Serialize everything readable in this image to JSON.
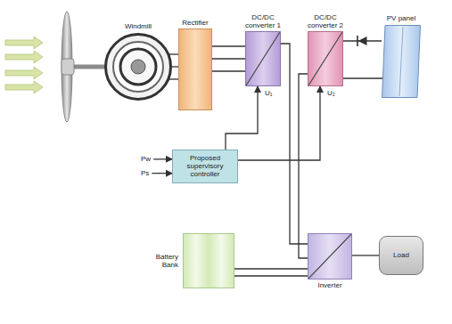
{
  "diagram": {
    "nodes": [
      {
        "text": [
          "Windmill"
        ]
      },
      {
        "text": [
          "Rectifier"
        ]
      },
      {
        "text": [
          "DC/DC converter 1"
        ]
      },
      {
        "text": [
          "DC/DC converter 2"
        ]
      },
      {
        "text": [
          "PV panel"
        ]
      },
      {
        "text": [
          "Proposed supervisory controller"
        ]
      },
      {
        "text": [
          "Battery Bank"
        ]
      },
      {
        "text": [
          "Inverter"
        ]
      },
      {
        "text": [
          "Load"
        ]
      }
    ],
    "edges": [
      {
        "from": 0,
        "to": 1,
        "arrow": "none"
      },
      {
        "from": 1,
        "to": 2,
        "arrow": "none"
      },
      {
        "from": 2,
        "to": 7,
        "arrow": "none"
      },
      {
        "from": 3,
        "to": 7,
        "arrow": "none"
      },
      {
        "from": 4,
        "to": 3,
        "arrow": "none"
      },
      {
        "from": 5,
        "to": 2,
        "arrow": "to"
      },
      {
        "from": 5,
        "to": 3,
        "arrow": "to"
      },
      {
        "from": 6,
        "to": 7,
        "arrow": "none"
      },
      {
        "from": 7,
        "to": 8,
        "arrow": "none"
      }
    ],
    "labels": [
      "U₁",
      "U₂",
      "Pw",
      "Ps"
    ]
  }
}
